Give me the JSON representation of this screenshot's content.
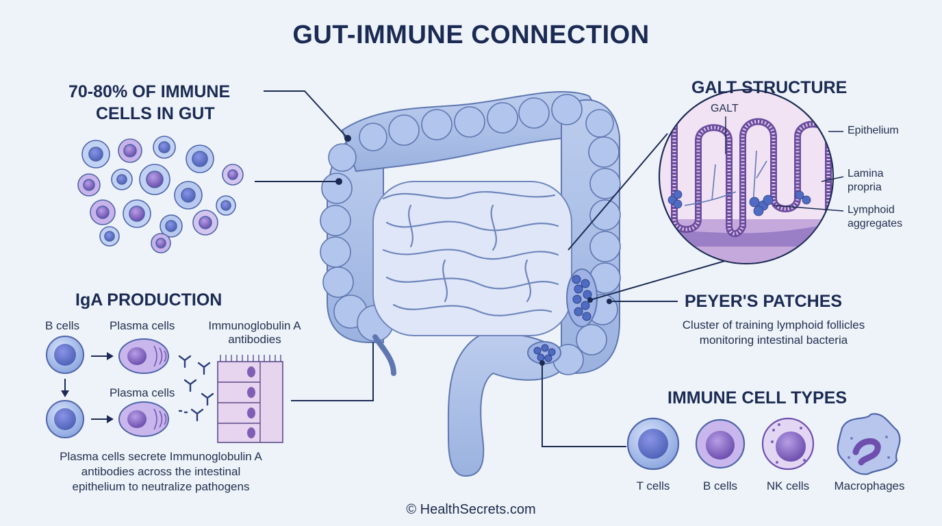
{
  "title": "GUT-IMMUNE CONNECTION",
  "immune_gut": {
    "heading_line1": "70-80% OF IMMUNE",
    "heading_line2": "CELLS IN GUT"
  },
  "iga": {
    "heading": "IgA PRODUCTION",
    "b_cells": "B cells",
    "plasma_cells_top": "Plasma cells",
    "plasma_cells_bottom": "Plasma cells",
    "antibodies_line1": "Immunoglobulin A",
    "antibodies_line2": "antibodies",
    "caption_line1": "Plasma cells secrete Immunoglobulin A",
    "caption_line2": "antibodies across the intestinal",
    "caption_line3": "epithelium to neutralize pathogens"
  },
  "galt": {
    "heading": "GALT STRUCTURE",
    "galt_label": "GALT",
    "epithelium": "Epithelium",
    "lamina_line1": "Lamina",
    "lamina_line2": "propria",
    "lymphoid_line1": "Lymphoid",
    "lymphoid_line2": "aggregates"
  },
  "peyers": {
    "heading": "PEYER'S PATCHES",
    "desc_line1": "Cluster of training lymphoid follicles",
    "desc_line2": "monitoring intestinal bacteria"
  },
  "cell_types": {
    "heading": "IMMUNE CELL TYPES",
    "items": [
      {
        "label": "T cells",
        "color": "#7f9fe0"
      },
      {
        "label": "B cells",
        "color": "#8f7ed6"
      },
      {
        "label": "NK cells",
        "color": "#9b7fd4"
      },
      {
        "label": "Macrophages",
        "color": "#a8b8ea"
      }
    ]
  },
  "footer": "© HealthSecrets.com",
  "colors": {
    "navy": "#1b2a52",
    "gut_blue": "#a9bde6",
    "purple": "#8e79c9",
    "pink": "#e7d4ee"
  }
}
